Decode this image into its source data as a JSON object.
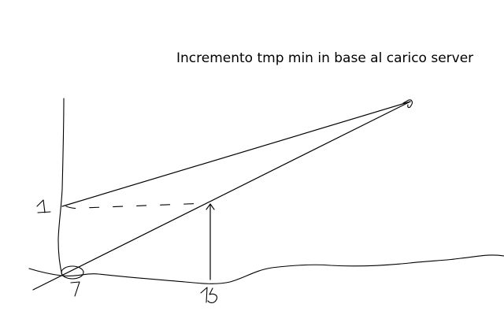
{
  "diagram": {
    "title": "Incremento tmp min in base al carico server",
    "labels": {
      "y_mark": "1",
      "origin_mark": "7",
      "x_mark": "15"
    }
  }
}
